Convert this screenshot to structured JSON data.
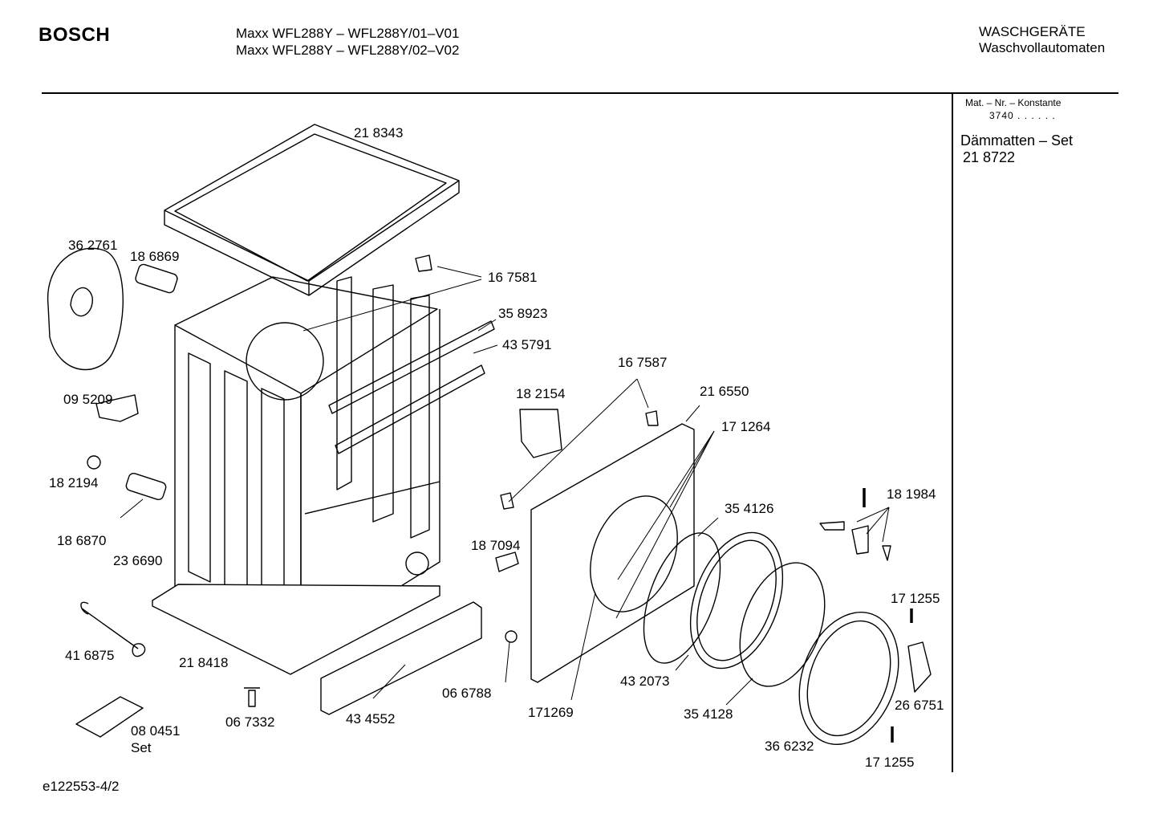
{
  "header": {
    "brand": "BOSCH",
    "model_line_1": "Maxx WFL288Y – WFL288Y/01–V01",
    "model_line_2": "Maxx WFL288Y – WFL288Y/02–V02",
    "category_1": "WASCHGERÄTE",
    "category_2": "Waschvollautomaten"
  },
  "sidebar": {
    "mat_label": "Mat. – Nr. – Konstante",
    "mat_value": "3740 . . . . . .",
    "set_title": "Dämmatten – Set",
    "set_part": "21 8722"
  },
  "footer": {
    "doc_id": "e122553-4/2"
  },
  "parts": [
    {
      "id": "p218343",
      "text": "21 8343"
    },
    {
      "id": "p362761",
      "text": "36 2761"
    },
    {
      "id": "p186869",
      "text": "18 6869"
    },
    {
      "id": "p167581",
      "text": "16 7581"
    },
    {
      "id": "p358923",
      "text": "35 8923"
    },
    {
      "id": "p435791",
      "text": "43 5791"
    },
    {
      "id": "p167587",
      "text": "16 7587"
    },
    {
      "id": "p182154",
      "text": "18 2154"
    },
    {
      "id": "p216550",
      "text": "21 6550"
    },
    {
      "id": "p095209",
      "text": "09 5209"
    },
    {
      "id": "p171264",
      "text": "17 1264"
    },
    {
      "id": "p182194",
      "text": "18 2194"
    },
    {
      "id": "p181984",
      "text": "18 1984"
    },
    {
      "id": "p354126",
      "text": "35 4126"
    },
    {
      "id": "p186870",
      "text": "18 6870"
    },
    {
      "id": "p187094",
      "text": "18 7094"
    },
    {
      "id": "p236690",
      "text": "23 6690"
    },
    {
      "id": "p171255a",
      "text": "17 1255"
    },
    {
      "id": "p416875",
      "text": "41 6875"
    },
    {
      "id": "p218418",
      "text": "21 8418"
    },
    {
      "id": "p432073",
      "text": "43 2073"
    },
    {
      "id": "p066788",
      "text": "06 6788"
    },
    {
      "id": "p267751",
      "text": "26 6751"
    },
    {
      "id": "p171269",
      "text": "171269"
    },
    {
      "id": "p354128",
      "text": "35 4128"
    },
    {
      "id": "p434552",
      "text": "43 4552"
    },
    {
      "id": "p067332",
      "text": "06 7332"
    },
    {
      "id": "p080451",
      "text": "08 0451"
    },
    {
      "id": "p080451set",
      "text": "Set"
    },
    {
      "id": "p366232",
      "text": "36 6232"
    },
    {
      "id": "p171255b",
      "text": "17 1255"
    }
  ]
}
